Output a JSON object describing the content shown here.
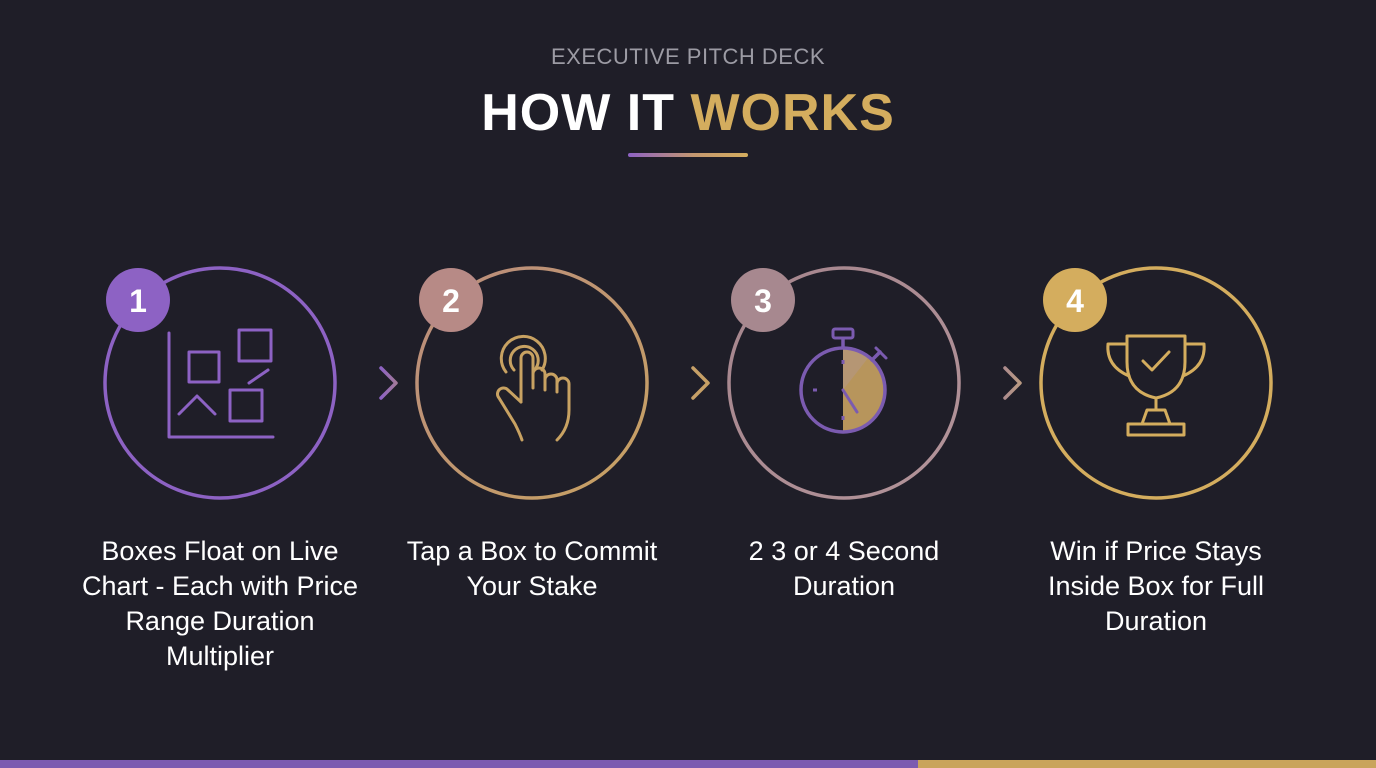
{
  "header": {
    "eyebrow": "EXECUTIVE PITCH DECK",
    "title_part1": "HOW IT",
    "title_part2": "WORKS"
  },
  "steps": [
    {
      "number": "1",
      "label": "Boxes Float on Live Chart - Each with Price Range Duration Multiplier",
      "icon": "chart-boxes-icon",
      "color": "#8d62c4"
    },
    {
      "number": "2",
      "label": "Tap a Box to Commit Your Stake",
      "icon": "tap-hand-icon",
      "color": "#b78a86"
    },
    {
      "number": "3",
      "label": "2 3 or 4 Second Duration",
      "icon": "stopwatch-icon",
      "color": "#a7888f"
    },
    {
      "number": "4",
      "label": "Win if Price Stays Inside Box for Full Duration",
      "icon": "trophy-icon",
      "color": "#d4ad5e"
    }
  ],
  "colors": {
    "background": "#1f1e28",
    "purple": "#8d62c4",
    "gold": "#d4ad5e",
    "mauve": "#b78a86"
  }
}
